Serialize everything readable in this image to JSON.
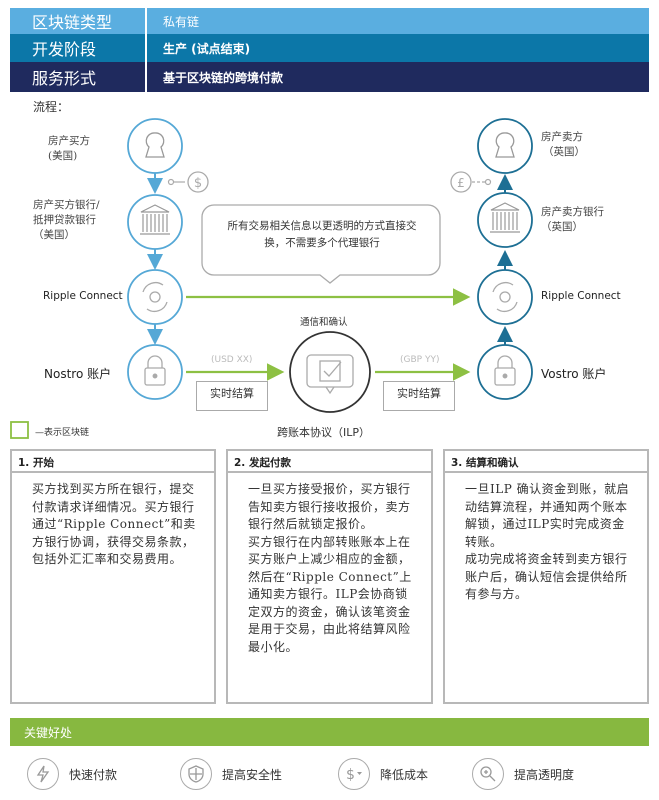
{
  "header": {
    "rows": [
      {
        "key": "区块链类型",
        "value": "私有链",
        "color": "#5aaee0"
      },
      {
        "key": "开发阶段",
        "value": "生产 (试点结束)",
        "color": "#0c77a8"
      },
      {
        "key": "服务形式",
        "value": "基于区块链的跨境付款",
        "color": "#1f2a5e"
      }
    ]
  },
  "process": {
    "title": "流程：",
    "left": {
      "buyer": {
        "label_line1": "房产买方",
        "label_line2": "(美国)",
        "icon": "person-keyhole-icon"
      },
      "buyer_bank": {
        "label_line1": "房产买方银行/",
        "label_line2": "抵押贷款银行",
        "label_line3": "（美国）",
        "icon": "bank-icon"
      },
      "ripple": {
        "label": "Ripple Connect",
        "icon": "sync-icon"
      },
      "nostro": {
        "label": "Nostro 账户",
        "icon": "lock-icon"
      },
      "currency_symbol": "$"
    },
    "right": {
      "seller": {
        "label_line1": "房产卖方",
        "label_line2": "（英国）",
        "icon": "person-keyhole-icon"
      },
      "seller_bank": {
        "label_line1": "房产卖方银行",
        "label_line2": "（英国）",
        "icon": "bank-icon"
      },
      "ripple": {
        "label": "Ripple Connect",
        "icon": "sync-icon"
      },
      "vostro": {
        "label": "Vostro 账户",
        "icon": "lock-icon"
      },
      "currency_symbol": "£"
    },
    "bubble_text_line1": "所有交易相关信息以更透明的方式直接交",
    "bubble_text_line2": "换，不需要多个代理银行",
    "ilp": {
      "top_label": "通信和确认",
      "bottom_label": "跨账本协议（ILP）",
      "left_currency": "(USD XX)",
      "right_currency": "(GBP YY)",
      "left_settle": "实时结算",
      "right_settle": "实时结算"
    },
    "legend": "—表示区块链",
    "colors": {
      "blockchain_green": "#8dc043",
      "left_blue": "#55a8d6",
      "right_teal": "#1d6f94"
    }
  },
  "steps": [
    {
      "title": "1. 开始",
      "paragraphs": [
        "买方找到买方所在银行，提交付款请求详细情况。买方银行通过“Ripple Connect”和卖方银行协调，获得交易条款，包括外汇汇率和交易费用。"
      ]
    },
    {
      "title": "2. 发起付款",
      "paragraphs": [
        "一旦买方接受报价，买方银行告知卖方银行接收报价，卖方银行然后就锁定报价。",
        "买方银行在内部转账账本上在买方账户上减少相应的金额，然后在“Ripple Connect”上通知卖方银行。ILP会协商锁定双方的资金，确认该笔资金是用于交易，由此将结算风险最小化。"
      ]
    },
    {
      "title": "3. 结算和确认",
      "paragraphs": [
        "一旦ILP 确认资金到账，就启动结算流程，并通知两个账本解锁，通过ILP实时完成资金转账。",
        "成功完成将资金转到卖方银行账户后，确认短信会提供给所有参与方。"
      ]
    }
  ],
  "benefits": {
    "title": "关键好处",
    "items": [
      {
        "label": "快速付款",
        "icon": "lightning-icon"
      },
      {
        "label": "提高安全性",
        "icon": "shield-icon"
      },
      {
        "label": "降低成本",
        "icon": "dollar-down-icon"
      },
      {
        "label": "提高透明度",
        "icon": "magnifier-icon"
      }
    ]
  }
}
